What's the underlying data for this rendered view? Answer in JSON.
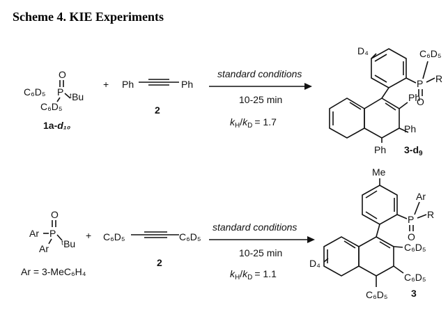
{
  "title": "Scheme 4. KIE Experiments",
  "plus": "+",
  "reaction1": {
    "reactant1": {
      "oxygen": "O",
      "p": "P",
      "aryl1": "C₆D₅",
      "aryl2": "C₆D₅",
      "alkyl": "ᵗBu",
      "label_main": "1a-",
      "label_sub": "d₁₀"
    },
    "reactant2": {
      "left": "Ph",
      "right": "Ph",
      "label": "2"
    },
    "conditions": {
      "line1": "standard conditions",
      "line2": "10-25 min",
      "kie_text": "kH/kD = 1.7",
      "kie_num_k": "k",
      "kie_num_sub": "H",
      "kie_den_k": "k",
      "kie_den_sub": "D",
      "kie_value": "= 1.7"
    },
    "product": {
      "ring_label": "D₄",
      "p": "P",
      "oxygen": "O",
      "aryl": "C₆D₅",
      "r": "R",
      "sub1": "Ph",
      "sub2": "Ph",
      "sub3": "Ph",
      "label_main": "3-d",
      "label_sub": "9"
    }
  },
  "reaction2": {
    "reactant1": {
      "oxygen": "O",
      "p": "P",
      "aryl1": "Ar",
      "aryl2": "Ar",
      "alkyl": "ᵗBu",
      "definition": "Ar = 3-MeC₆H₄"
    },
    "reactant2": {
      "left": "C₆D₅",
      "right": "C₆D₅",
      "label": "2"
    },
    "conditions": {
      "line1": "standard conditions",
      "line2": "10-25 min",
      "kie_num_k": "k",
      "kie_num_sub": "H",
      "kie_den_k": "k",
      "kie_den_sub": "D",
      "kie_value": "= 1.1"
    },
    "product": {
      "methyl": "Me",
      "ring_label": "D₄",
      "p": "P",
      "oxygen": "O",
      "aryl": "Ar",
      "r": "R",
      "sub1": "C₆D₅",
      "sub2": "C₆D₅",
      "sub3": "C₆D₅",
      "label": "3"
    }
  }
}
